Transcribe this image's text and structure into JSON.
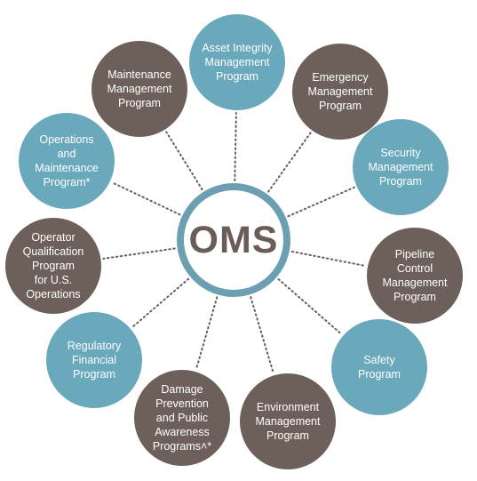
{
  "hub": {
    "label": "OMS",
    "color": "#6b9fb1",
    "text_color": "#6a5d58"
  },
  "colors": {
    "brown": "#6d5f59",
    "blue": "#6aa8bc",
    "connector": "#6a5d58"
  },
  "nodes": [
    {
      "id": "asset-integrity",
      "lines": [
        "Asset Integrity",
        "Management",
        "Program"
      ],
      "color": "blue"
    },
    {
      "id": "emergency",
      "lines": [
        "Emergency",
        "Management",
        "Program"
      ],
      "color": "brown"
    },
    {
      "id": "security",
      "lines": [
        "Security",
        "Management",
        "Program"
      ],
      "color": "blue"
    },
    {
      "id": "pipeline-control",
      "lines": [
        "Pipeline",
        "Control",
        "Management",
        "Program"
      ],
      "color": "brown"
    },
    {
      "id": "safety",
      "lines": [
        "Safety",
        "Program"
      ],
      "color": "blue"
    },
    {
      "id": "environment",
      "lines": [
        "Environment",
        "Management",
        "Program"
      ],
      "color": "brown"
    },
    {
      "id": "damage-prevention",
      "lines": [
        "Damage",
        "Prevention",
        "and Public",
        "Awareness",
        "Programs˄*"
      ],
      "color": "brown"
    },
    {
      "id": "regulatory-financial",
      "lines": [
        "Regulatory",
        "Financial",
        "Program"
      ],
      "color": "blue"
    },
    {
      "id": "operator-qualification",
      "lines": [
        "Operator",
        "Qualification",
        "Program",
        "for U.S.",
        "Operations"
      ],
      "color": "brown"
    },
    {
      "id": "operations-maintenance",
      "lines": [
        "Operations",
        "and",
        "Maintenance",
        "Program*"
      ],
      "color": "blue"
    },
    {
      "id": "maintenance",
      "lines": [
        "Maintenance",
        "Management",
        "Program"
      ],
      "color": "brown"
    }
  ]
}
